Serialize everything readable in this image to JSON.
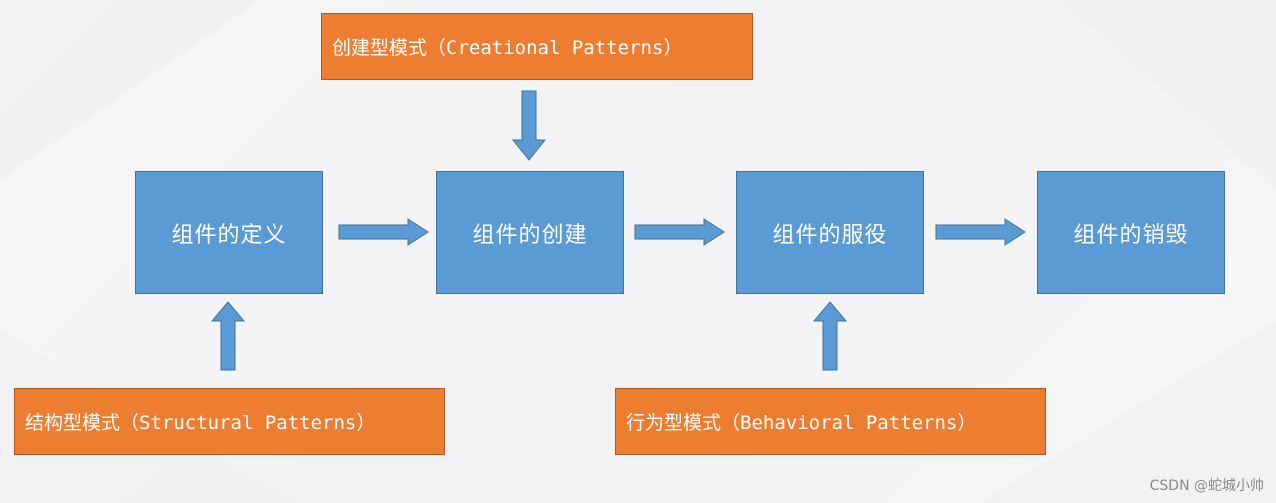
{
  "colors": {
    "stage_fill": "#5b9bd5",
    "stage_border": "#41719c",
    "pattern_fill": "#ed7d31",
    "pattern_border": "#ae5a21",
    "arrow_fill": "#5b9bd5",
    "arrow_stroke": "#41719c"
  },
  "stages": [
    {
      "id": "define",
      "label": "组件的定义"
    },
    {
      "id": "create",
      "label": "组件的创建"
    },
    {
      "id": "serve",
      "label": "组件的服役"
    },
    {
      "id": "destroy",
      "label": "组件的销毁"
    }
  ],
  "patterns": {
    "creational": {
      "label": "创建型模式（Creational Patterns）",
      "target": "create"
    },
    "structural": {
      "label": "结构型模式（Structural Patterns）",
      "target": "define"
    },
    "behavioral": {
      "label": "行为型模式（Behavioral Patterns）",
      "target": "serve"
    }
  },
  "watermark": "CSDN @蛇城小帅"
}
